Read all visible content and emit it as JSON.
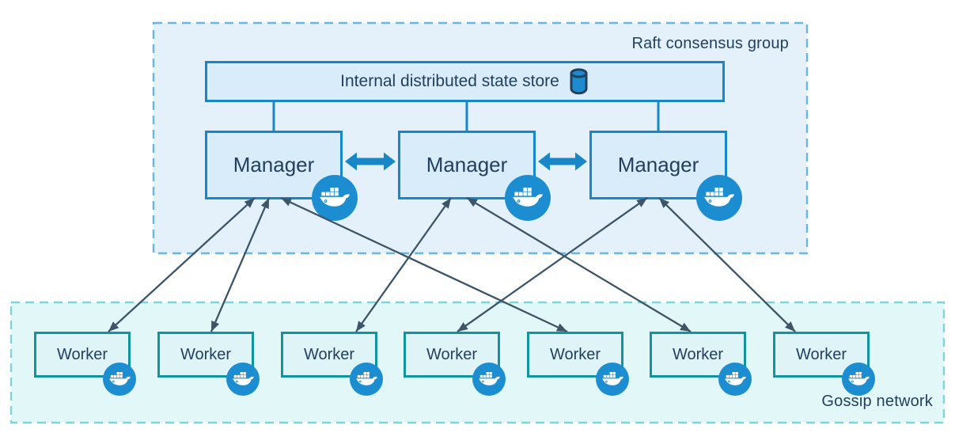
{
  "colors": {
    "raft_fill": "#e4f1fb",
    "raft_border": "#69b6e2",
    "gossip_fill": "#e1f7f8",
    "gossip_border": "#7cd5d9",
    "node_fill": "#d9ecfa",
    "node_border": "#1787c9",
    "worker_fill": "#def4f6",
    "worker_border": "#12939e",
    "docker_badge": "#1c8dd1",
    "arrow": "#3c5568",
    "text": "#22405f"
  },
  "raft_group": {
    "label": "Raft consensus group"
  },
  "gossip_group": {
    "label": "Gossip network"
  },
  "state_store": {
    "label": "Internal distributed state store",
    "icon": "database-cylinder-icon"
  },
  "managers": [
    {
      "id": "manager-1",
      "label": "Manager",
      "icon": "docker-whale-icon"
    },
    {
      "id": "manager-2",
      "label": "Manager",
      "icon": "docker-whale-icon"
    },
    {
      "id": "manager-3",
      "label": "Manager",
      "icon": "docker-whale-icon"
    }
  ],
  "workers": [
    {
      "id": "worker-1",
      "label": "Worker",
      "icon": "docker-whale-icon"
    },
    {
      "id": "worker-2",
      "label": "Worker",
      "icon": "docker-whale-icon"
    },
    {
      "id": "worker-3",
      "label": "Worker",
      "icon": "docker-whale-icon"
    },
    {
      "id": "worker-4",
      "label": "Worker",
      "icon": "docker-whale-icon"
    },
    {
      "id": "worker-5",
      "label": "Worker",
      "icon": "docker-whale-icon"
    },
    {
      "id": "worker-6",
      "label": "Worker",
      "icon": "docker-whale-icon"
    },
    {
      "id": "worker-7",
      "label": "Worker",
      "icon": "docker-whale-icon"
    }
  ],
  "state_store_links": [
    "manager-1",
    "manager-2",
    "manager-3"
  ],
  "manager_peer_links": [
    {
      "from": "manager-1",
      "to": "manager-2",
      "style": "thick-double-arrow"
    },
    {
      "from": "manager-2",
      "to": "manager-3",
      "style": "thick-double-arrow"
    }
  ],
  "connections": [
    {
      "from": "manager-1",
      "to": "worker-1",
      "bidirectional": true
    },
    {
      "from": "manager-1",
      "to": "worker-2",
      "bidirectional": true
    },
    {
      "from": "manager-1",
      "to": "worker-5",
      "bidirectional": true
    },
    {
      "from": "manager-2",
      "to": "worker-3",
      "bidirectional": true
    },
    {
      "from": "manager-2",
      "to": "worker-6",
      "bidirectional": true
    },
    {
      "from": "manager-3",
      "to": "worker-4",
      "bidirectional": true
    },
    {
      "from": "manager-3",
      "to": "worker-7",
      "bidirectional": true
    }
  ]
}
